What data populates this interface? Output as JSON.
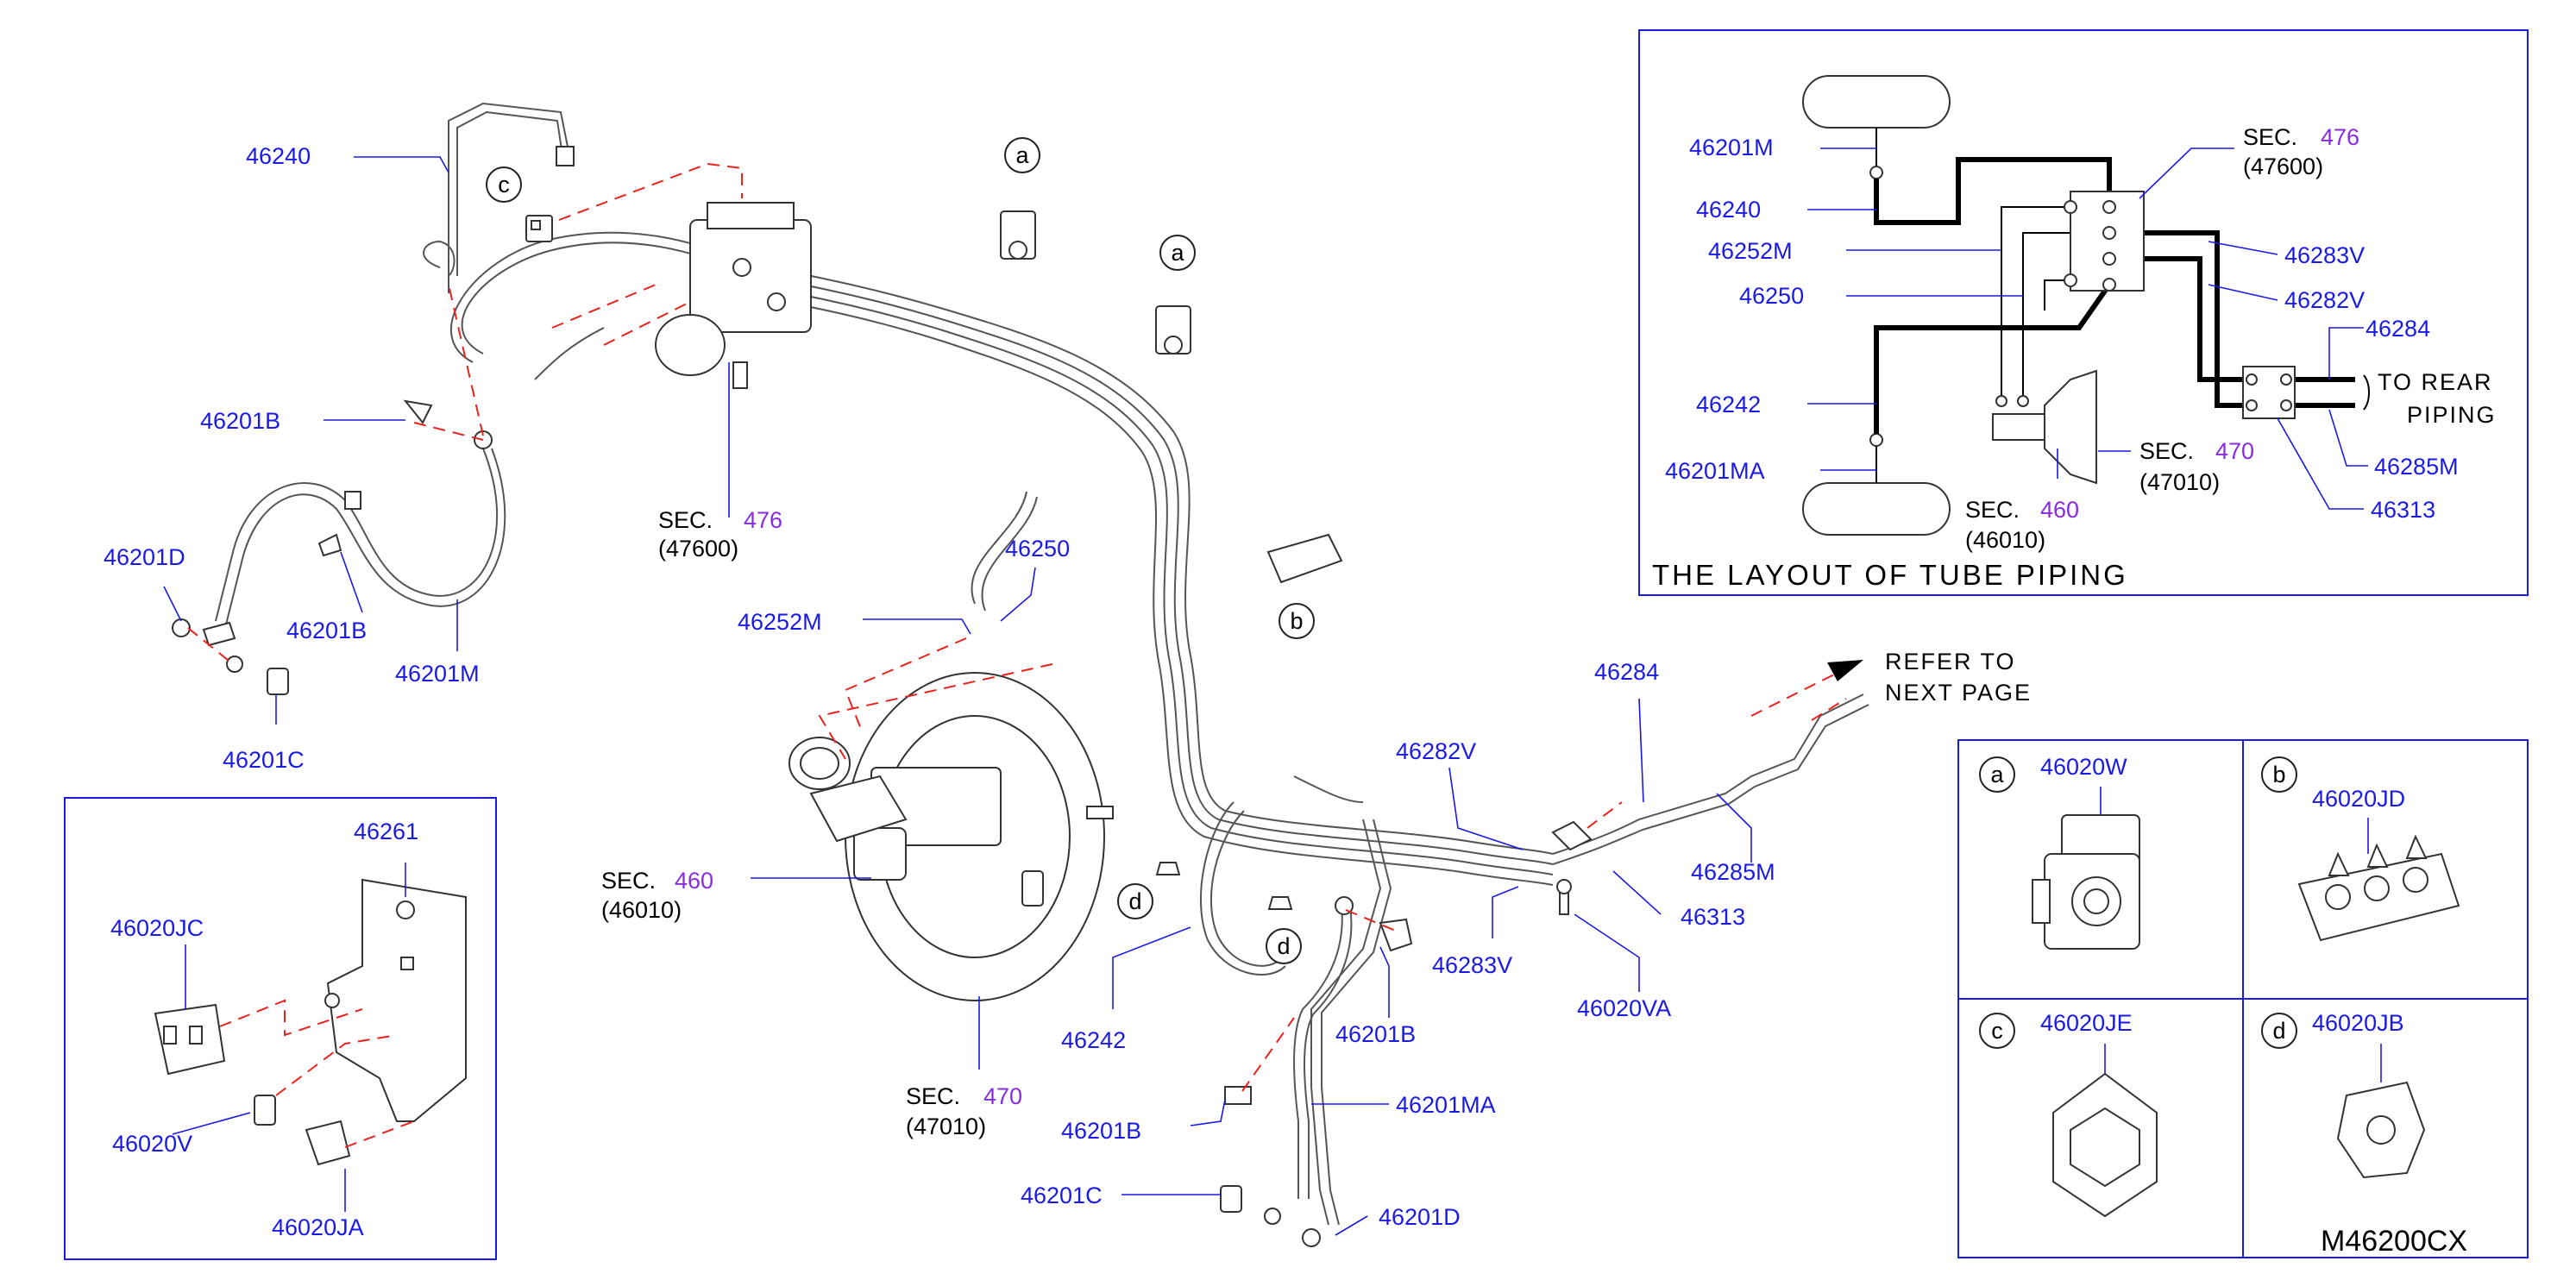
{
  "colors": {
    "part_number": "#1a1ae6",
    "section_number": "#8a2be2",
    "dashed_guide": "#e8231c",
    "text": "#000000"
  },
  "main": {
    "labels": {
      "p46240": "46240",
      "p46201B_top": "46201B",
      "p46201D_left": "46201D",
      "p46201B_mid": "46201B",
      "p46201M": "46201M",
      "p46201C_left": "46201C",
      "p46252M": "46252M",
      "p46250": "46250",
      "p46282V": "46282V",
      "p46284": "46284",
      "p46283V": "46283V",
      "p46313": "46313",
      "p46285M": "46285M",
      "p46020VA": "46020VA",
      "p46242": "46242",
      "p46201B_low": "46201B",
      "p46201B_right": "46201B",
      "p46201MA": "46201MA",
      "p46201C_low": "46201C",
      "p46201D_low": "46201D"
    },
    "sections": {
      "sec476": {
        "word": "SEC.",
        "num": "476",
        "ref": "(47600)"
      },
      "sec460": {
        "word": "SEC.",
        "num": "460",
        "ref": "(46010)"
      },
      "sec470": {
        "word": "SEC.",
        "num": "470",
        "ref": "(47010)"
      }
    },
    "callouts": {
      "a1": "a",
      "a2": "a",
      "b": "b",
      "c": "c",
      "d1": "d",
      "d2": "d"
    },
    "refer": {
      "line1": "REFER  TO",
      "line2": "NEXT  PAGE"
    }
  },
  "bracket_box": {
    "p46261": "46261",
    "p46020JC": "46020JC",
    "p46020V": "46020V",
    "p46020JA": "46020JA"
  },
  "layout_box": {
    "title": "THE  LAYOUT  OF  TUBE  PIPING",
    "labels": {
      "p46201M": "46201M",
      "p46240": "46240",
      "p46252M": "46252M",
      "p46250": "46250",
      "p46242": "46242",
      "p46201MA": "46201MA",
      "p46283V": "46283V",
      "p46282V": "46282V",
      "p46284": "46284",
      "p46285M": "46285M",
      "p46313": "46313"
    },
    "sections": {
      "sec476": {
        "word": "SEC.",
        "num": "476",
        "ref": "(47600)"
      },
      "sec470": {
        "word": "SEC.",
        "num": "470",
        "ref": "(47010)"
      },
      "sec460": {
        "word": "SEC.",
        "num": "460",
        "ref": "(46010)"
      }
    },
    "to_rear": {
      "line1": "TO  REAR",
      "line2": "PIPING"
    }
  },
  "clip_table": {
    "cells": [
      {
        "letter": "a",
        "part": "46020W"
      },
      {
        "letter": "b",
        "part": "46020JD"
      },
      {
        "letter": "c",
        "part": "46020JE"
      },
      {
        "letter": "d",
        "part": "46020JB"
      }
    ],
    "code": "M46200CX"
  }
}
